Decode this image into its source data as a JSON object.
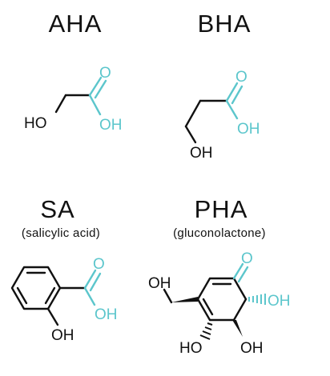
{
  "molecules": [
    {
      "name": "AHA",
      "subtitle": "",
      "atoms": [
        "HO",
        "O",
        "OH"
      ]
    },
    {
      "name": "BHA",
      "subtitle": "",
      "atoms": [
        "O",
        "OH",
        "OH"
      ]
    },
    {
      "name": "SA",
      "subtitle": "(salicylic acid)",
      "atoms": [
        "O",
        "OH",
        "OH"
      ]
    },
    {
      "name": "PHA",
      "subtitle": "(gluconolactone)",
      "atoms": [
        "OH",
        "O",
        "OH",
        "HO",
        "OH"
      ]
    }
  ],
  "colors": {
    "text": "#111111",
    "highlight": "#5cc6cc",
    "background": "#ffffff"
  }
}
